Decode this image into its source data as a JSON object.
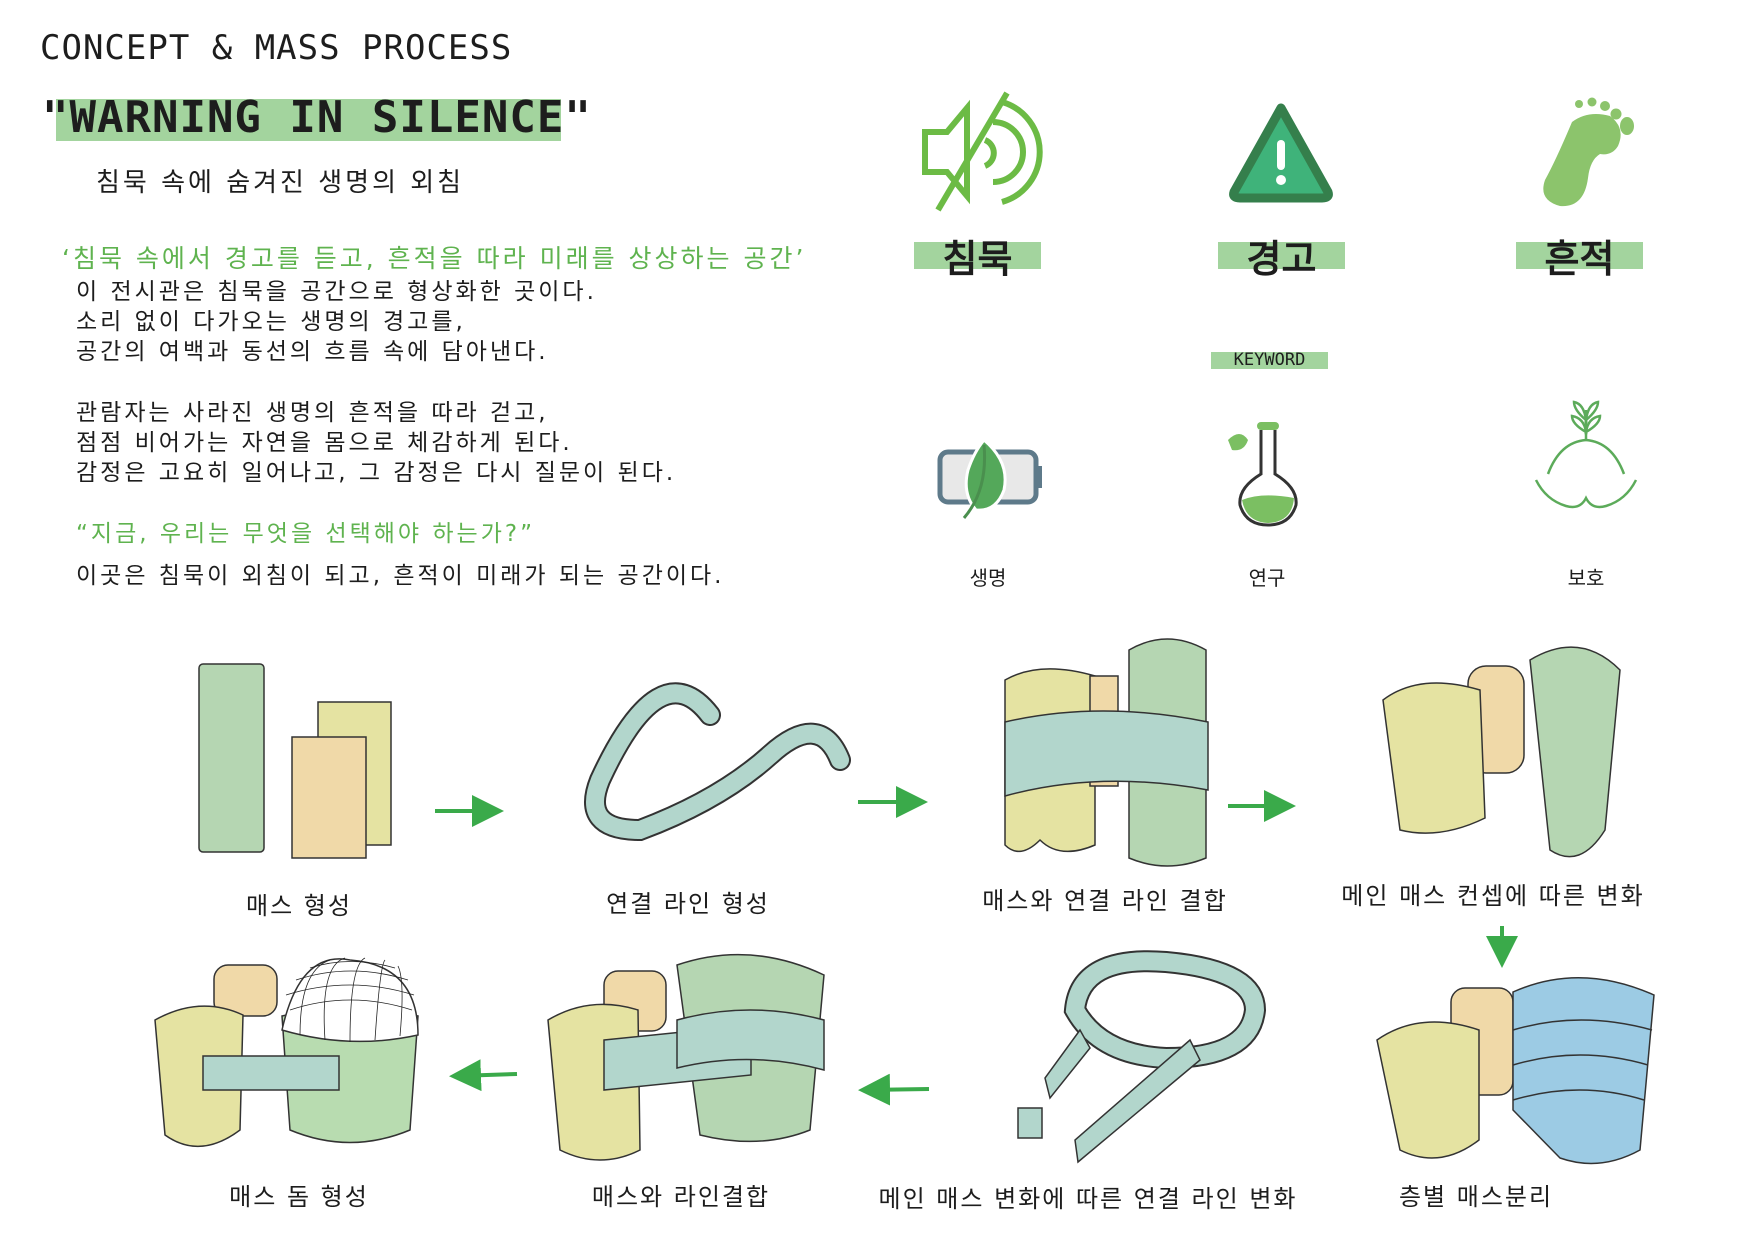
{
  "header": {
    "title": "CONCEPT & MASS PROCESS",
    "slogan": "\"WARNING IN SILENCE\"",
    "subtitle": "침묵 속에 숨겨진 생명의 외침"
  },
  "intro": {
    "quote": "‘침묵 속에서 경고를 듣고, 흔적을 따라 미래를 상상하는 공간’",
    "paragraph1": [
      "이 전시관은 침묵을 공간으로 형상화한 곳이다.",
      "소리 없이 다가오는 생명의 경고를,",
      "공간의 여백과 동선의 흐름 속에 담아낸다."
    ],
    "paragraph2": [
      "관람자는 사라진 생명의 흔적을 따라 걷고,",
      "점점 비어가는 자연을 몸으로 체감하게 된다.",
      "감정은 고요히 일어나고, 그 감정은 다시 질문이 된다."
    ],
    "question": "“지금, 우리는 무엇을 선택해야 하는가?”",
    "closing": "이곳은 침묵이 외침이 되고, 흔적이 미래가 되는 공간이다."
  },
  "keywords": {
    "label": "KEYWORD",
    "main": [
      {
        "label": "침묵",
        "icon": "muted-speaker-icon"
      },
      {
        "label": "경고",
        "icon": "warning-triangle-icon"
      },
      {
        "label": "흔적",
        "icon": "footprint-icon"
      }
    ],
    "sub": [
      {
        "label": "생명",
        "icon": "leaf-battery-icon"
      },
      {
        "label": "연구",
        "icon": "flask-icon"
      },
      {
        "label": "보호",
        "icon": "hands-sprout-icon"
      }
    ]
  },
  "process": {
    "steps": [
      "매스 형성",
      "연결 라인 형성",
      "매스와 연결 라인 결합",
      "메인 매스 컨셉에 따른 변화",
      "층별 매스분리",
      "메인 매스 변화에 따른 연결 라인 변화",
      "매스와 라인결합",
      "매스 돔 형성"
    ]
  },
  "colors": {
    "accent": "#5fb34f",
    "highlight": "#a3d49e",
    "sage": "#b5d6b2",
    "peach": "#f0d9a8",
    "yellow": "#e5e3a2",
    "teal": "#b2d6cc",
    "blue": "#9ccbe4",
    "arrow": "#3aaa4a"
  }
}
